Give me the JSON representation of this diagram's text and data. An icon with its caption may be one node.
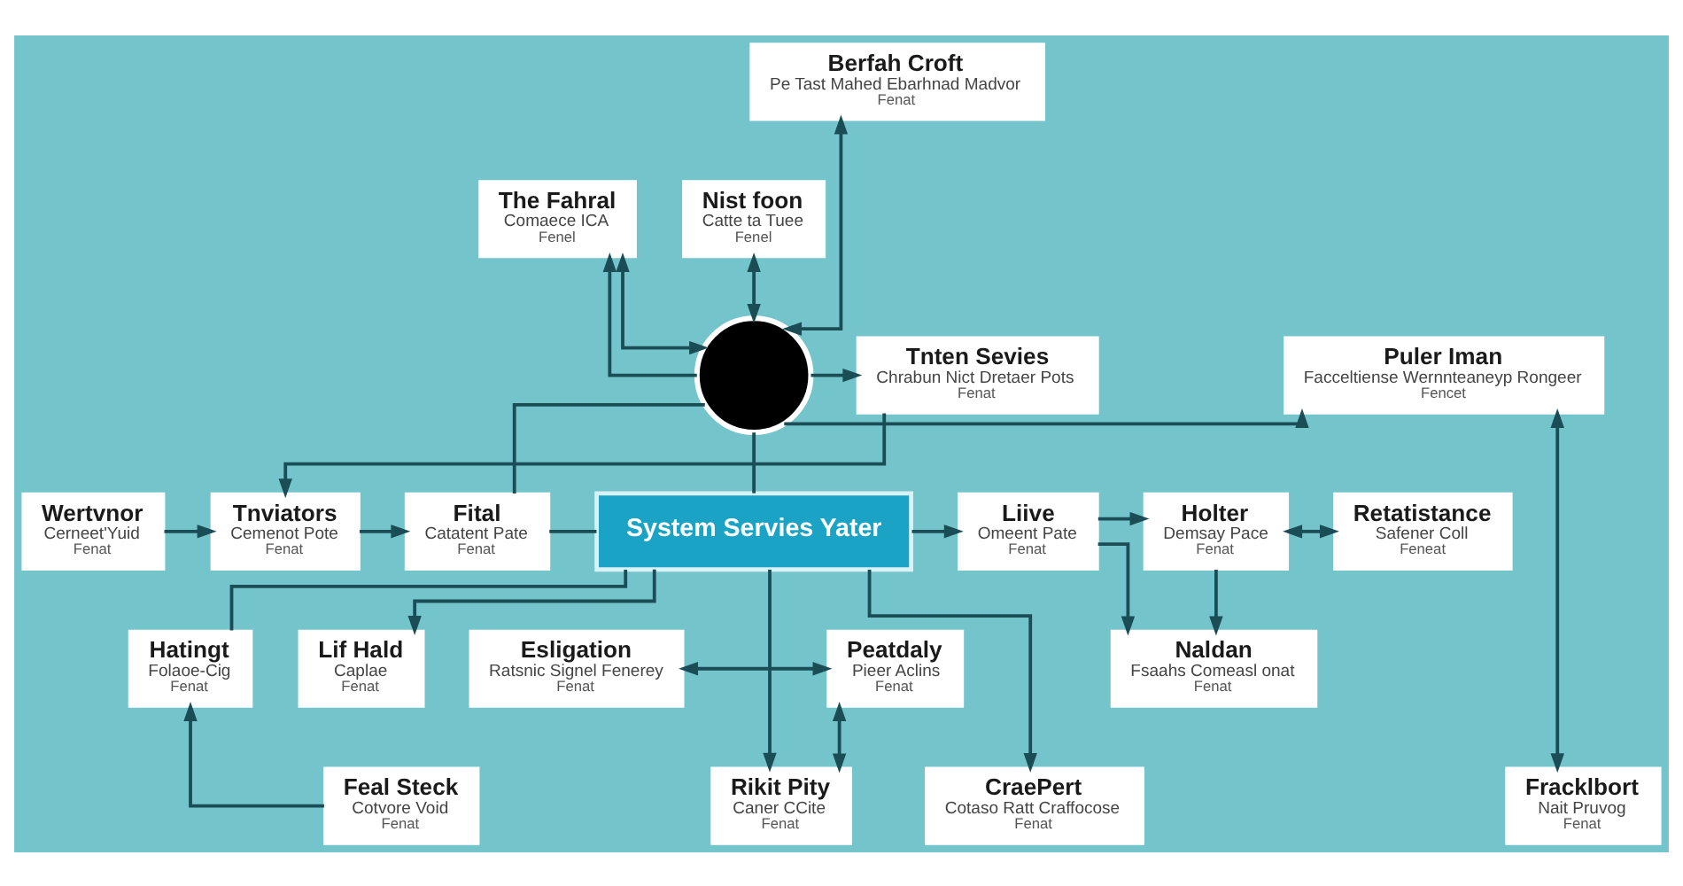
{
  "diagram": {
    "nodes": [
      {
        "text": [
          "Berfah Croft",
          "Pe Tast Mahed Ebarhnad Madvor",
          "Fenat"
        ]
      },
      {
        "text": [
          "The Fahral",
          "Comaece ICA",
          "Fenel"
        ]
      },
      {
        "text": [
          "Nist foon",
          "Catte ta Tuee",
          "Fenel"
        ]
      },
      {
        "text": [],
        "shape": "circle"
      },
      {
        "text": [
          "Tnten Sevies",
          "Chrabun Nict Dretaer Pots",
          "Fenat"
        ]
      },
      {
        "text": [
          "Puler Iman",
          "Facceltiense Wernnteaneyp Rongeer",
          "Fencet"
        ]
      },
      {
        "text": [
          "Wertvnor",
          "Cerneet'Yuid",
          "Fenat"
        ]
      },
      {
        "text": [
          "Tnviators",
          "Cemenot Pote",
          "Fenat"
        ]
      },
      {
        "text": [
          "Fital",
          "Catatent Pate",
          "Fenat"
        ]
      },
      {
        "text": [
          "System Servies Yater"
        ]
      },
      {
        "text": [
          "Liive",
          "Omeent Pate",
          "Fenat"
        ]
      },
      {
        "text": [
          "Holter",
          "Demsay Pace",
          "Fenat"
        ]
      },
      {
        "text": [
          "Retatistance",
          "Safener Coll",
          "Feneat"
        ]
      },
      {
        "text": [
          "Esligation",
          "Ratsnic Signel Fenerey",
          "Fenat"
        ]
      },
      {
        "text": [
          "Naldan",
          "Fsaahs Comeasl onat",
          "Fenat"
        ]
      },
      {
        "text": [
          "Peatdaly",
          "Pieer Aclins",
          "Fenat"
        ]
      },
      {
        "text": [
          "Hatingt",
          "Folaoe-Cig",
          "Fenat"
        ]
      },
      {
        "text": [
          "Lif Hald",
          "Caplae",
          "Fenat"
        ]
      },
      {
        "text": [
          "Rikit Pity",
          "Caner CCite",
          "Fenat"
        ]
      },
      {
        "text": [
          "Fracklbort",
          "Nait Pruvog",
          "Fenat"
        ]
      },
      {
        "text": [
          "Feal Steck",
          "Cotvore Void",
          "Fenat"
        ]
      },
      {
        "text": [
          "CraePert",
          "Cotaso Ratt Craffocose",
          "Fenat"
        ]
      }
    ],
    "edges": [
      {
        "from": 0,
        "to": 3,
        "arrow": "both"
      },
      {
        "from": 1,
        "to": 3,
        "arrow": "both"
      },
      {
        "from": 2,
        "to": 3,
        "arrow": "both"
      },
      {
        "from": 3,
        "to": 1,
        "arrow": "to"
      },
      {
        "from": 3,
        "to": 5,
        "arrow": "to"
      },
      {
        "from": 3,
        "to": 4,
        "arrow": "to"
      },
      {
        "from": 3,
        "to": 9,
        "arrow": "none"
      },
      {
        "from": 4,
        "to": 7,
        "arrow": "to"
      },
      {
        "from": 6,
        "to": 7,
        "arrow": "to"
      },
      {
        "from": 7,
        "to": 8,
        "arrow": "to"
      },
      {
        "from": 8,
        "to": 9,
        "arrow": "none"
      },
      {
        "from": 3,
        "to": 8,
        "arrow": "none"
      },
      {
        "from": 9,
        "to": 10,
        "arrow": "to"
      },
      {
        "from": 10,
        "to": 11,
        "arrow": "to"
      },
      {
        "from": 11,
        "to": 12,
        "arrow": "both"
      },
      {
        "from": 11,
        "to": 14,
        "arrow": "to"
      },
      {
        "from": 10,
        "to": 14,
        "arrow": "to"
      },
      {
        "from": 9,
        "to": 18,
        "arrow": "to"
      },
      {
        "from": 9,
        "to": 16,
        "arrow": "none"
      },
      {
        "from": 9,
        "to": 17,
        "arrow": "to"
      },
      {
        "from": 9,
        "to": 21,
        "arrow": "to"
      },
      {
        "from": 5,
        "to": 19,
        "arrow": "both"
      },
      {
        "from": 13,
        "to": 15,
        "arrow": "both"
      },
      {
        "from": 15,
        "to": 18,
        "arrow": "both"
      },
      {
        "from": 20,
        "to": 16,
        "arrow": "to"
      }
    ]
  }
}
